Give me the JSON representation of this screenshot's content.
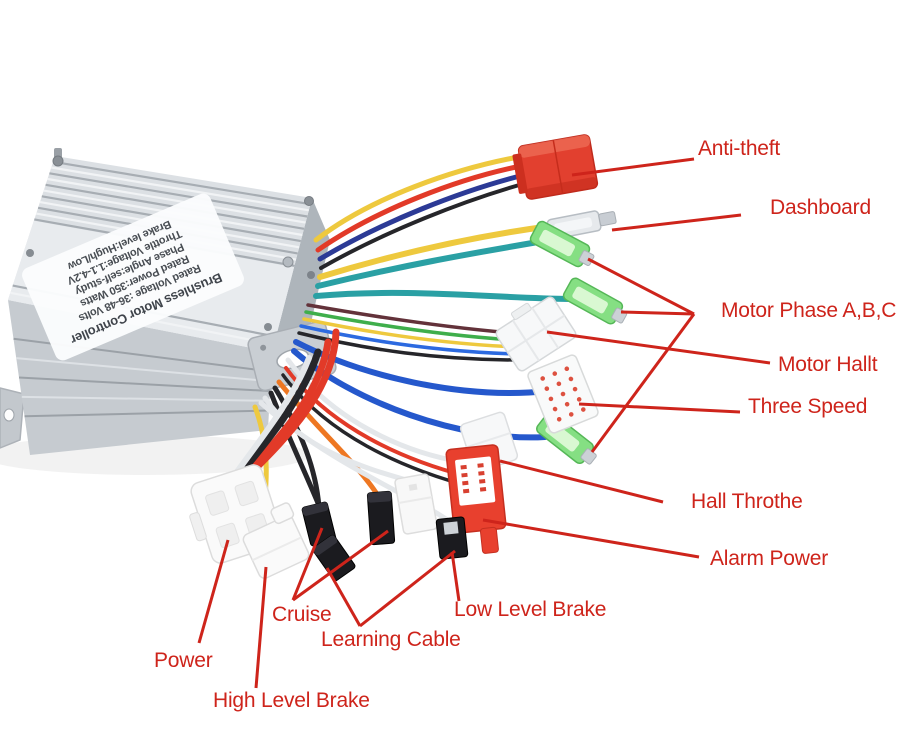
{
  "figure": {
    "type": "annotated wiring diagram",
    "subject": "Brushless motor controller with labeled connector wires",
    "background": "#ffffff"
  },
  "device_label": {
    "title": "Brushless Motor Controller",
    "lines": [
      "Rated Voltage :36-48 Volts",
      "Rated Power:350 Watts",
      "Phase Angle:self-study",
      "Throttle Voltage:1.1-4.2V",
      "Brake level:Hugh/Low"
    ]
  },
  "labels": {
    "anti_theft": "Anti-theft",
    "dashboard": "Dashboard",
    "motor_phase": "Motor Phase A,B,C",
    "motor_hallt": "Motor Hallt",
    "three_speed": "Three Speed",
    "hall_throthe": "Hall Throthe",
    "alarm_power": "Alarm Power",
    "low_level_brake": "Low Level Brake",
    "learning_cable": "Learning Cable",
    "cruise": "Cruise",
    "power": "Power",
    "high_level_brake": "High Level Brake"
  },
  "colors": {
    "annotation": "#ce241b",
    "connector_red": "#e2402f",
    "spade_green": "#85df83",
    "connector_white": "#f8f9fa",
    "connector_black": "#1b1b1f",
    "wire_yellow": "#eec93e",
    "wire_red": "#e23a28",
    "wire_blue": "#2558cc",
    "wire_navy": "#2c3a96",
    "wire_teal": "#2aa0a4",
    "wire_green": "#3fae4b",
    "wire_orange": "#ee7722",
    "wire_black": "#26262a",
    "wire_white": "#e4e7ea",
    "wire_maroon": "#63323a",
    "aluminum_light": "#dce0e4",
    "aluminum_mid": "#c6cbd0"
  }
}
